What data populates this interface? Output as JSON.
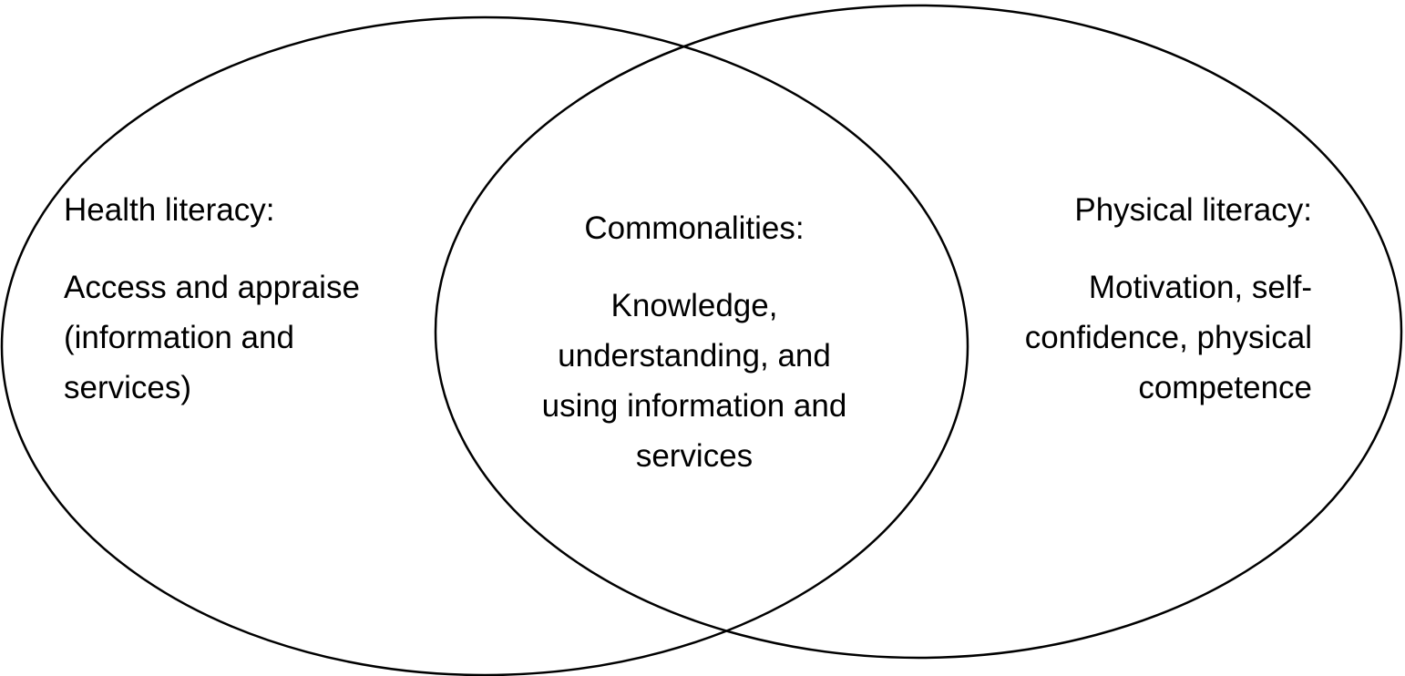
{
  "diagram": {
    "left_set": {
      "title": "Health literacy:",
      "lines": [
        "Access and appraise",
        "(information and",
        "services)"
      ]
    },
    "overlap": {
      "title": "Commonalities:",
      "lines": [
        "Knowledge,",
        "understanding, and",
        "using information and",
        "services"
      ]
    },
    "right_set": {
      "title": "Physical literacy:",
      "lines": [
        "Motivation, self-",
        "confidence, physical",
        "competence"
      ]
    },
    "colors": {
      "stroke": "#000000",
      "background": "#ffffff"
    }
  }
}
